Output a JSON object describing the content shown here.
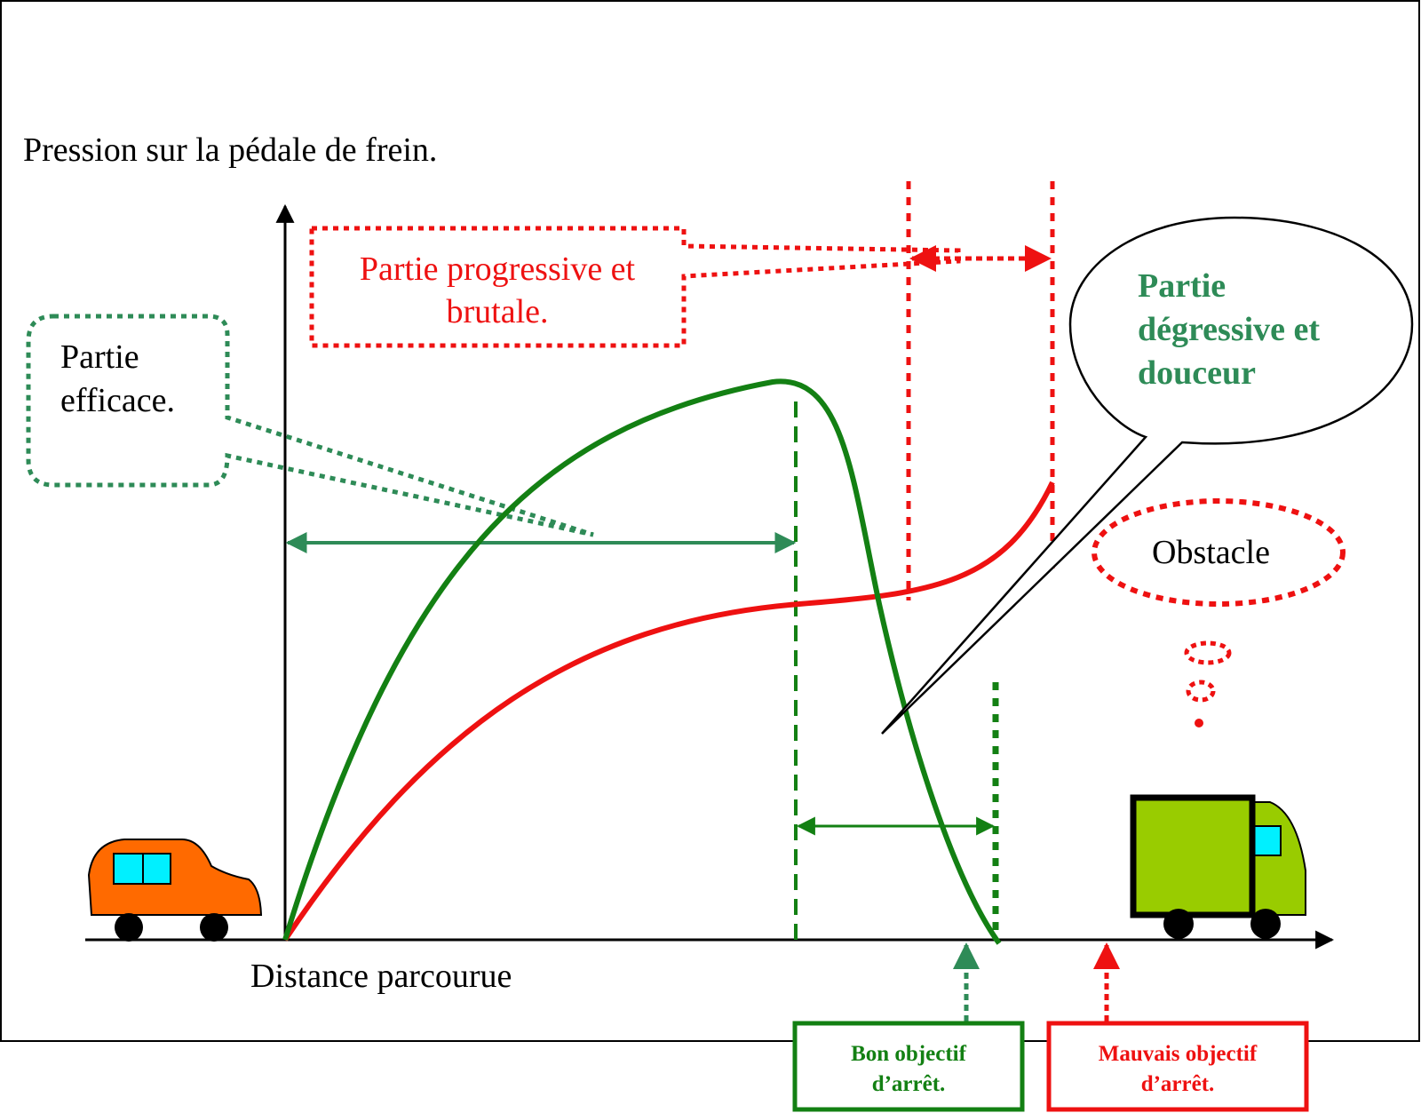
{
  "ylabel": "Pression sur la pédale de frein.",
  "xlabel": "Distance parcourue",
  "labels": {
    "efficace": [
      "Partie",
      "efficace."
    ],
    "progressive": [
      "Partie progressive et",
      "brutale."
    ],
    "degressive": [
      "Partie",
      "dégressive et",
      "douceur"
    ],
    "obstacle": "Obstacle",
    "bon": [
      "Bon objectif",
      "d’arrêt."
    ],
    "mauvais": [
      "Mauvais objectif",
      "d’arrêt."
    ]
  },
  "colors": {
    "green_curve": "#138013",
    "red_curve": "#ee1111",
    "teal": "#2e8b57",
    "car": "#ff6a00",
    "window": "#00f0ff",
    "truck": "#99cc00"
  },
  "icons": {
    "car": "car-icon",
    "truck": "truck-icon",
    "thought_bubble": "thought-cloud-icon",
    "speech_bubble": "speech-bubble-icon"
  }
}
